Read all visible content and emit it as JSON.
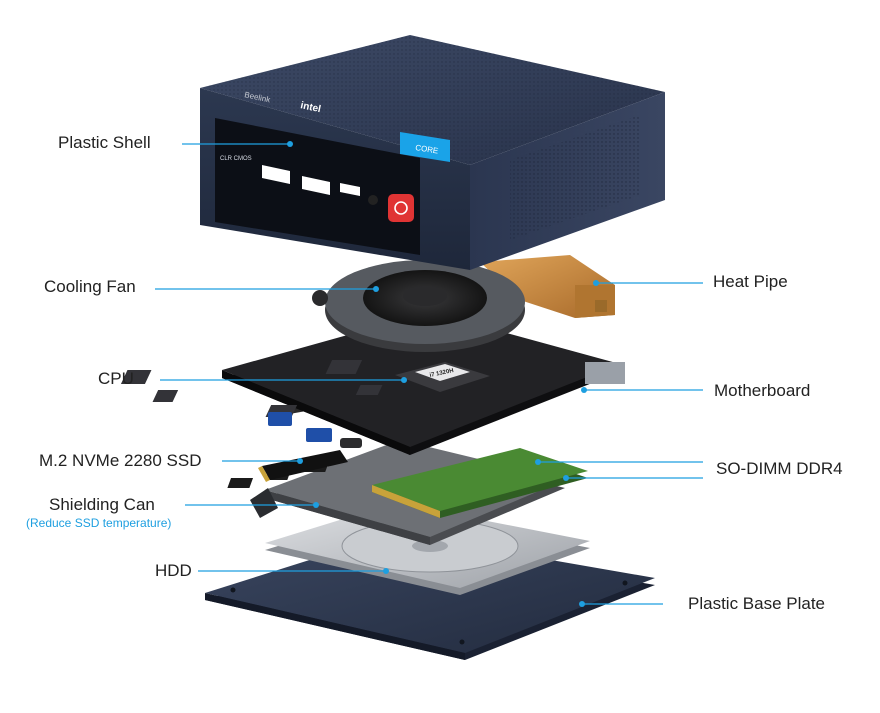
{
  "colors": {
    "accent": "#1e9fe0",
    "shell": "#2e3a52",
    "board": "#1c1c1e",
    "ram": "#3e7a2c",
    "copper": "#c98a3c",
    "hdd": "#b9bcc1",
    "power": "#e03434",
    "label_text": "#222222"
  },
  "device": {
    "brand_label": "Beelink",
    "chip_brand": "intel",
    "cpu_badge": "CORE",
    "front_port_label": "CLR CMOS",
    "cpu_marking": "i7 1320H"
  },
  "labels": {
    "plastic_shell": "Plastic Shell",
    "cooling_fan": "Cooling Fan",
    "cpu": "CPU",
    "ssd": "M.2 NVMe 2280 SSD",
    "shielding_can": "Shielding Can",
    "shielding_can_note": "(Reduce SSD temperature)",
    "hdd": "HDD",
    "heat_pipe": "Heat Pipe",
    "motherboard": "Motherboard",
    "ram": "SO-DIMM DDR4",
    "base_plate": "Plastic Base Plate"
  }
}
